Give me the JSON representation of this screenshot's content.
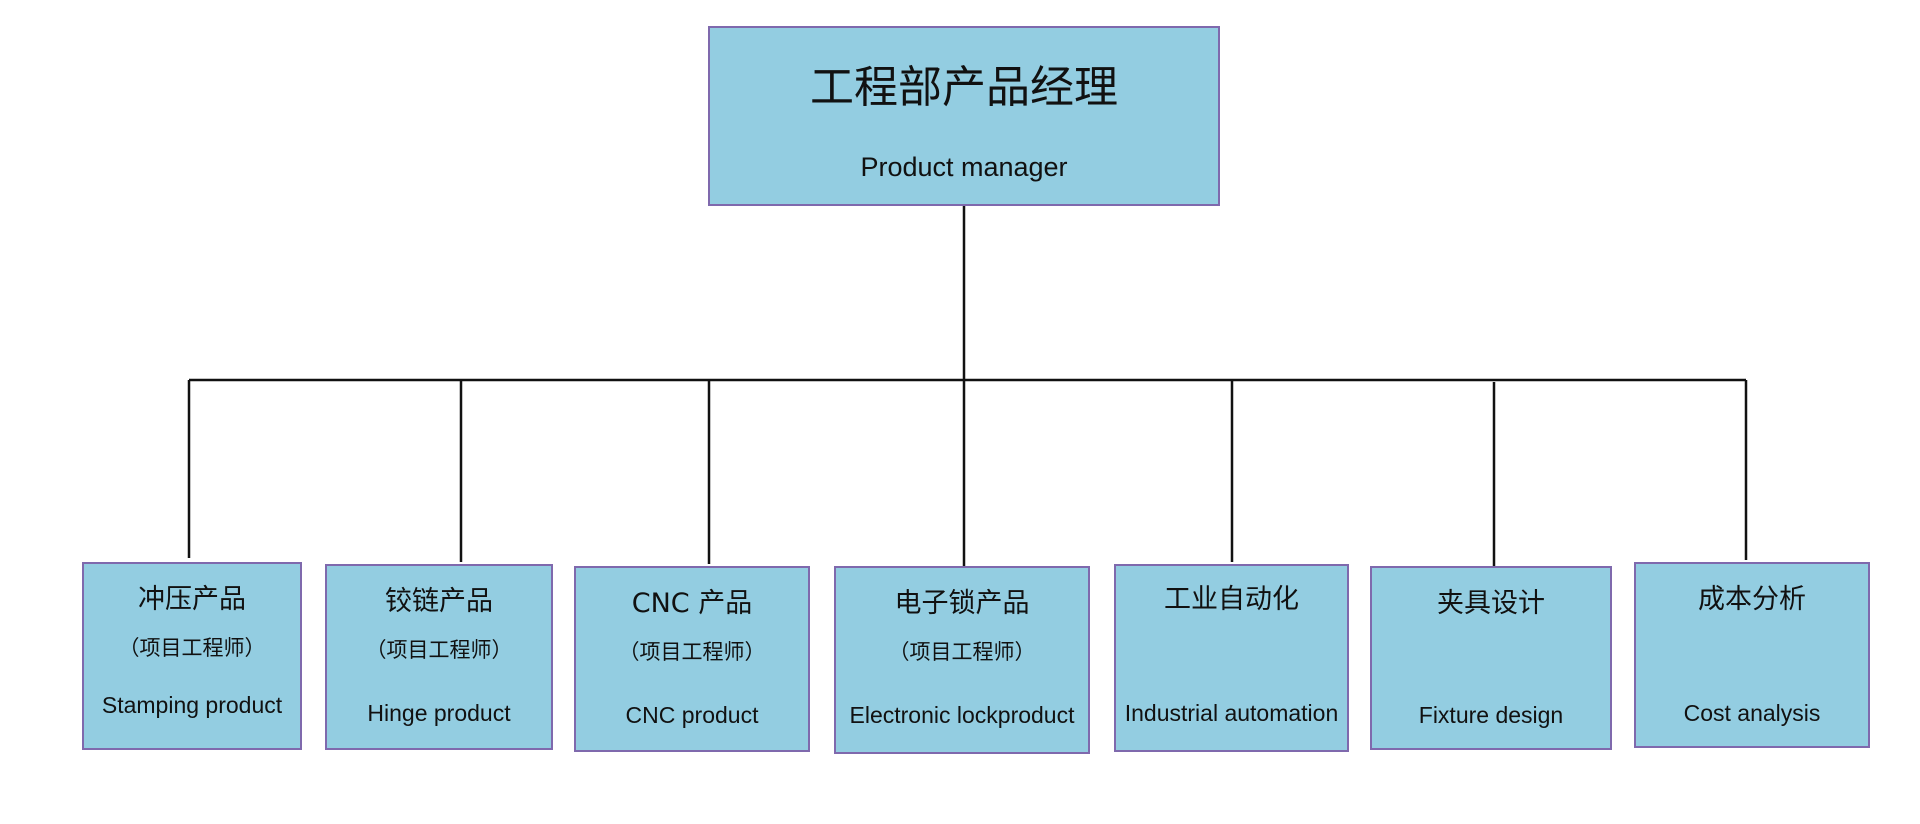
{
  "manager": {
    "title_cn": "工程部产品经理",
    "title_en": "Product manager"
  },
  "departments": [
    {
      "title_cn": "冲压产品",
      "role_cn": "（项目工程师）",
      "title_en": "Stamping product"
    },
    {
      "title_cn": "铰链产品",
      "role_cn": "（项目工程师）",
      "title_en": "Hinge product"
    },
    {
      "title_cn": "CNC 产品",
      "role_cn": "（项目工程师）",
      "title_en": "CNC product"
    },
    {
      "title_cn": "电子锁产品",
      "role_cn": "（项目工程师）",
      "title_en": "Electronic lockproduct"
    },
    {
      "title_cn": "工业自动化",
      "role_cn": "",
      "title_en": "Industrial automation"
    },
    {
      "title_cn": "夹具设计",
      "role_cn": "",
      "title_en": "Fixture design"
    },
    {
      "title_cn": "成本分析",
      "role_cn": "",
      "title_en": "Cost analysis"
    }
  ],
  "colors": {
    "box_fill": "#93cde1",
    "box_border": "#7f69ad",
    "connector": "#111111"
  }
}
